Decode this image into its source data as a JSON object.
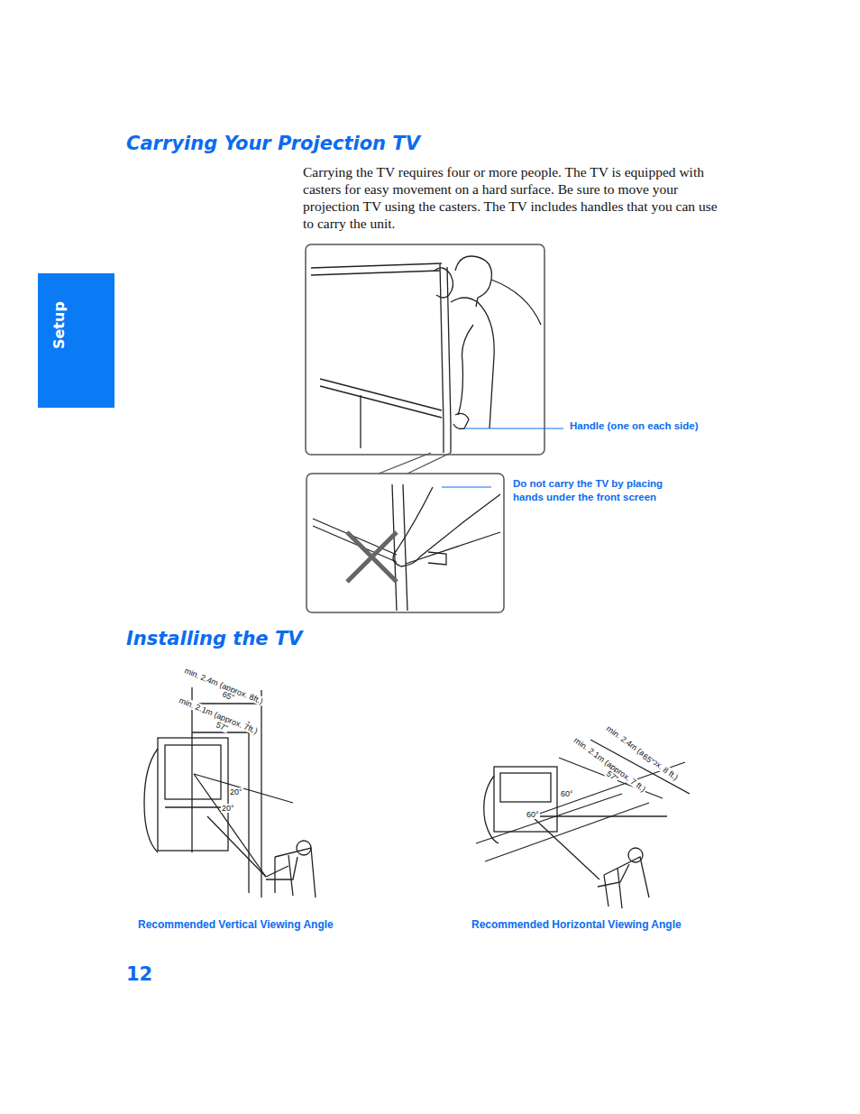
{
  "diagram": {
    "title": "Carrying Your Projection TV",
    "nodes": [
      {
        "text": [
          "Setup"
        ]
      }
    ],
    "edges": [],
    "labels": [
      "Carrying the TV requires four or more people. The TV is equipped with casters for easy movement on a hard surface. Be sure to move your projection TV using the casters. The TV includes handles that you can use to carry the unit.",
      "Handle (one on each side)",
      "Do not carry the TV by placing hands under the front screen",
      "Installing the TV",
      "min. 2.4m (approx. 8ft.)",
      "65\"",
      "min. 2.1m (approx. 7ft.)",
      "57\"",
      "20°",
      "20°",
      "Recommended Vertical Viewing Angle",
      "min. 2.4m (approx. 8 ft.)",
      "65\"",
      "min. 2.1m (approx. 7 ft.)",
      "57\"",
      "60°",
      "60°",
      "Recommended Horizontal Viewing Angle",
      "12"
    ]
  }
}
